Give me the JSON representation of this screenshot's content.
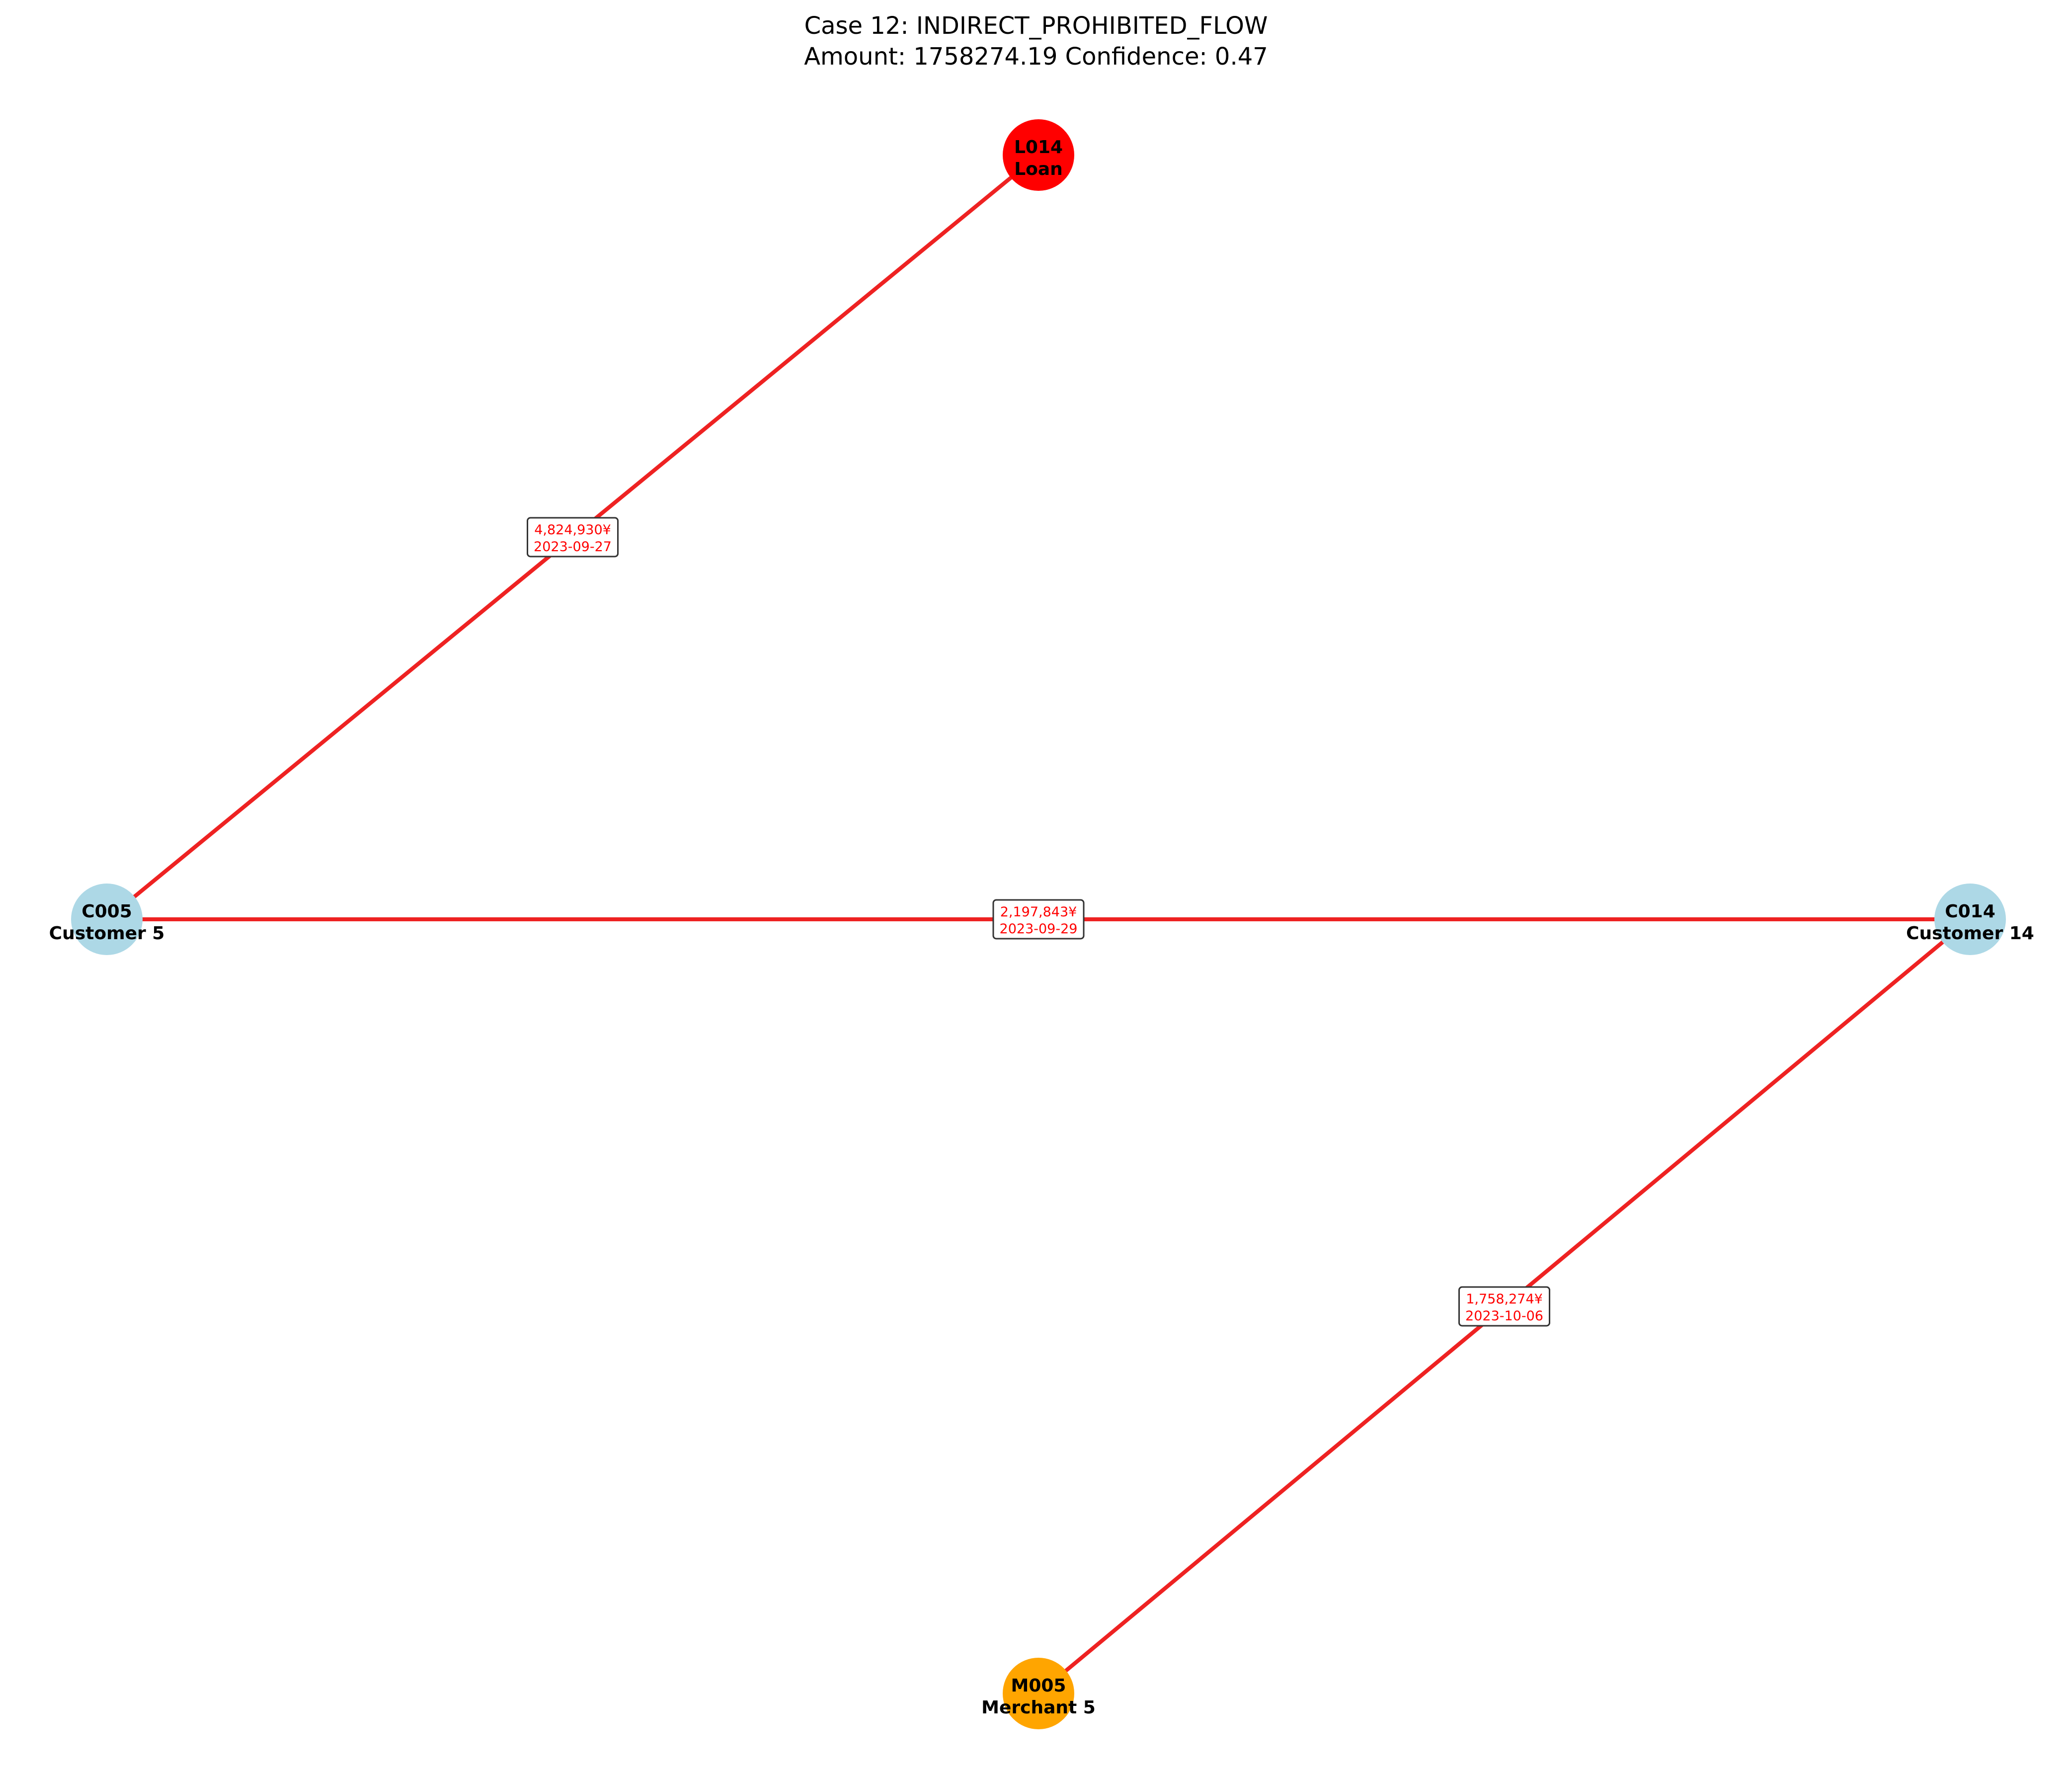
{
  "title": {
    "line1": "Case 12: INDIRECT_PROHIBITED_FLOW",
    "line2": "Amount: 1758274.19  Confidence: 0.47"
  },
  "colors": {
    "edge": "#ee2222",
    "edge_label_text": "#ff0000",
    "customer": "#add8e6",
    "loan": "#ff0000",
    "merchant": "#ffa500"
  },
  "nodes": [
    {
      "id": "L014",
      "name": "Loan",
      "kind": "loan"
    },
    {
      "id": "C005",
      "name": "Customer 5",
      "kind": "customer"
    },
    {
      "id": "C014",
      "name": "Customer 14",
      "kind": "customer"
    },
    {
      "id": "M005",
      "name": "Merchant 5",
      "kind": "merchant"
    }
  ],
  "edges": [
    {
      "from": "L014",
      "to": "C005",
      "amount": "4,824,930¥",
      "date": "2023-09-27"
    },
    {
      "from": "C005",
      "to": "C014",
      "amount": "2,197,843¥",
      "date": "2023-09-29"
    },
    {
      "from": "M005",
      "to": "C014",
      "amount": "1,758,274¥",
      "date": "2023-10-06"
    }
  ]
}
